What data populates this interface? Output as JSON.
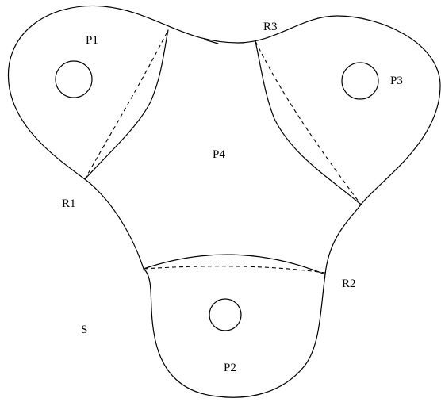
{
  "labels": {
    "p1": "P1",
    "p2": "P2",
    "p3": "P3",
    "p4": "P4",
    "r1": "R1",
    "r2": "R2",
    "r3": "R3",
    "s": "S"
  },
  "colors": {
    "stroke": "#000000",
    "background": "#ffffff"
  }
}
